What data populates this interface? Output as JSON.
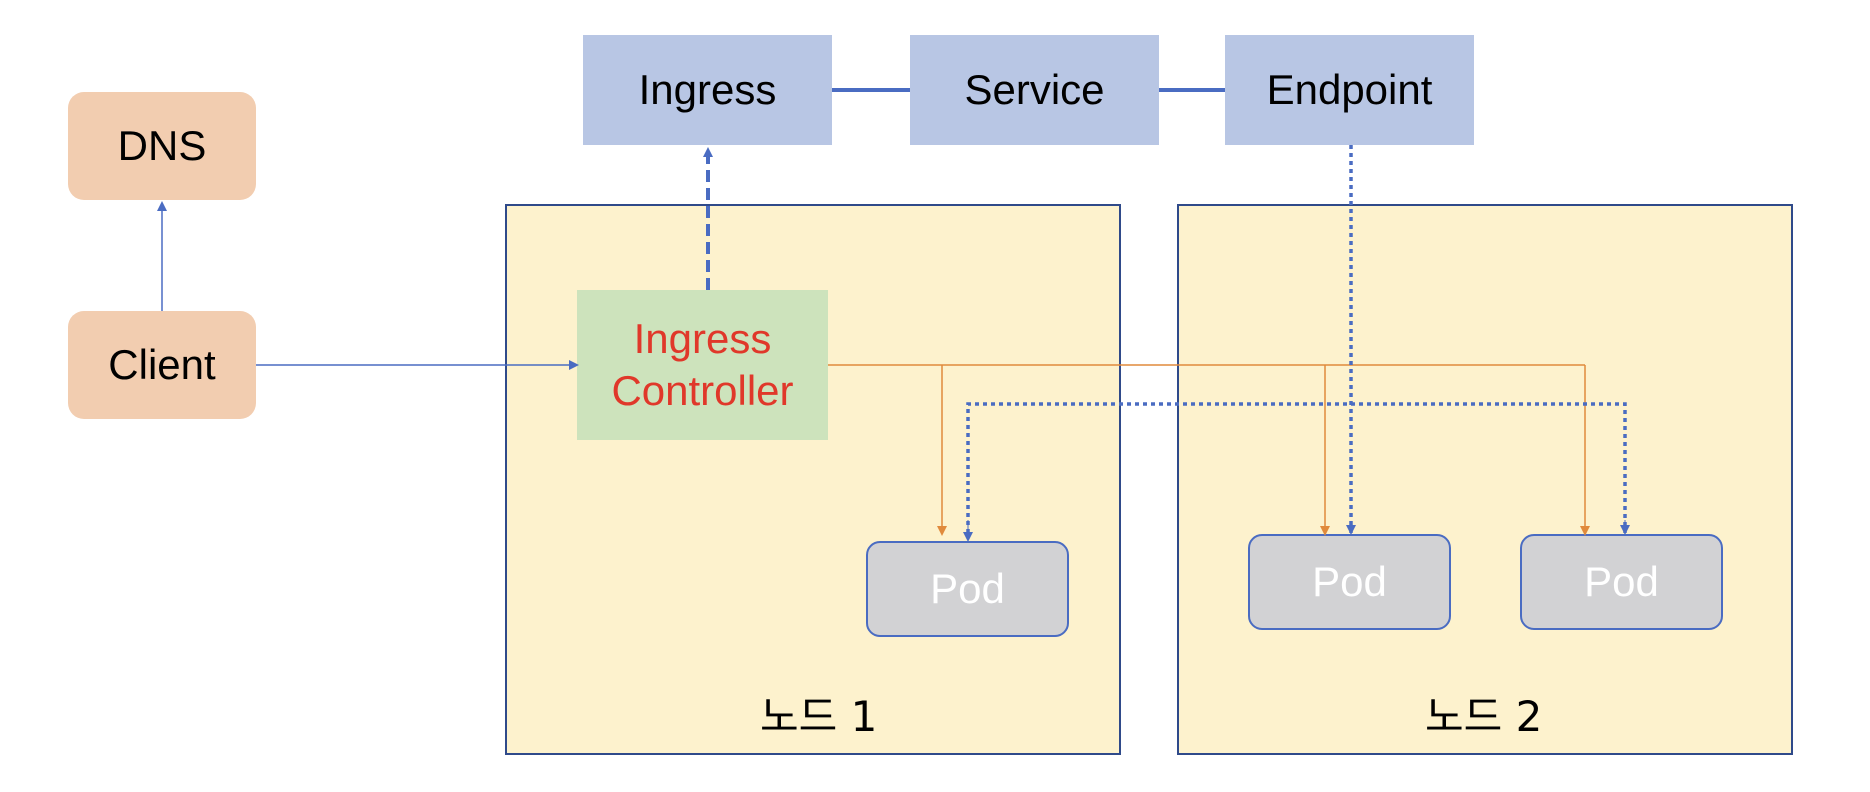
{
  "diagram": {
    "dns": "DNS",
    "client": "Client",
    "ingress": "Ingress",
    "service": "Service",
    "endpoint": "Endpoint",
    "ingress_controller": {
      "line1": "Ingress",
      "line2": "Controller"
    },
    "node1": {
      "label": "노드 1",
      "pod": "Pod"
    },
    "node2": {
      "label": "노드 2",
      "pods": [
        "Pod",
        "Pod"
      ]
    }
  },
  "colors": {
    "peach": "#f2cdb0",
    "resource_blue": "#b8c6e4",
    "node_fill": "#fdf2cd",
    "controller_green": "#cde3bc",
    "controller_text": "#e0382a",
    "pod_gray": "#d2d2d4",
    "arrow_blue": "#4a6cc2",
    "arrow_orange": "#e08a3c"
  }
}
